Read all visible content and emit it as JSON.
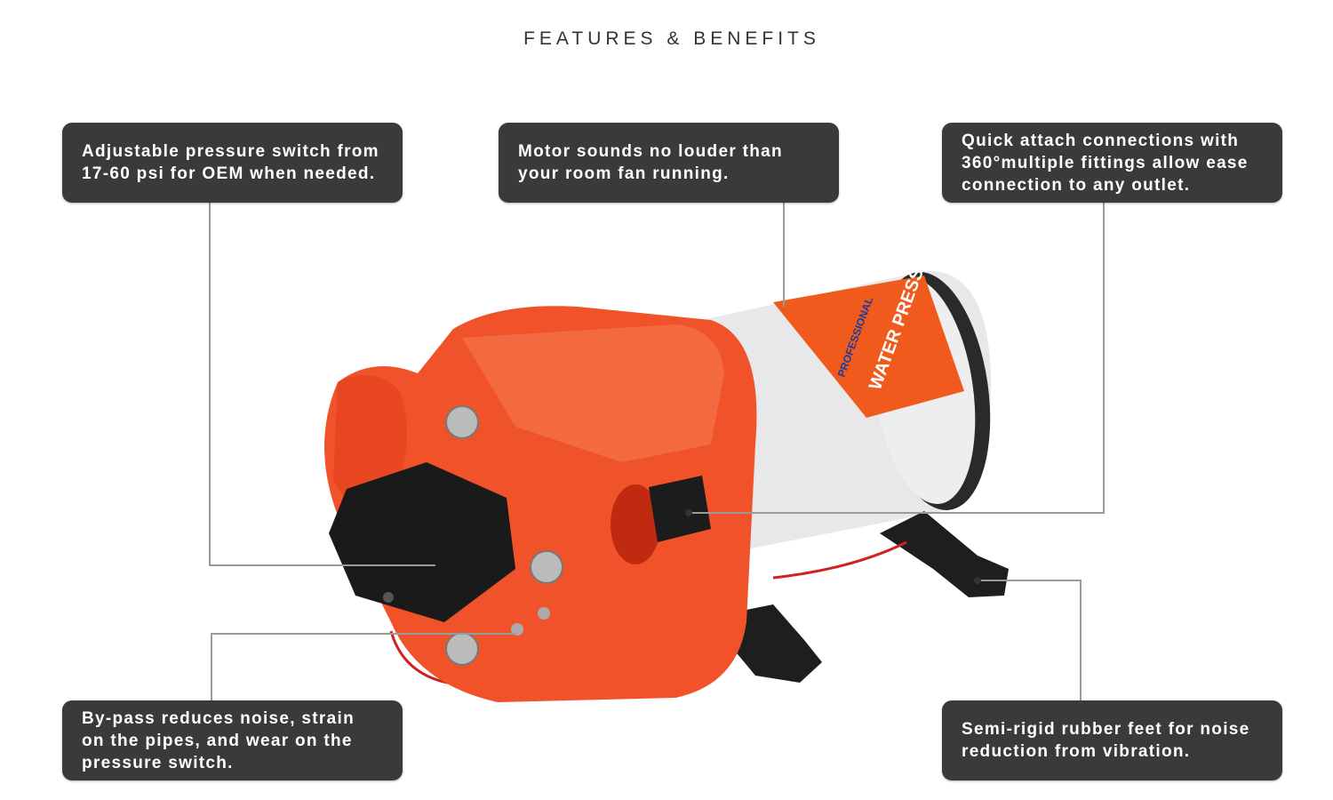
{
  "title": "FEATURES & BENEFITS",
  "features": [
    {
      "id": "pressure-switch",
      "text": "Adjustable pressure switch from 17-60 psi for OEM when needed."
    },
    {
      "id": "quiet-motor",
      "text": "Motor sounds no louder than your room fan running."
    },
    {
      "id": "quick-attach",
      "text": "Quick attach connections with 360°multiple fittings allow ease connection to any outlet."
    },
    {
      "id": "bypass",
      "text": "By-pass reduces noise, strain on the pipes, and wear on the pressure switch."
    },
    {
      "id": "rubber-feet",
      "text": "Semi-rigid rubber feet for noise reduction from vibration."
    }
  ],
  "product_label": {
    "line1": "WATER PRESSURE",
    "line2": "PROFESSIONAL"
  },
  "colors": {
    "box": "#3a3a3a",
    "pump_orange": "#f0522a",
    "connector": "#9a9a9a"
  }
}
